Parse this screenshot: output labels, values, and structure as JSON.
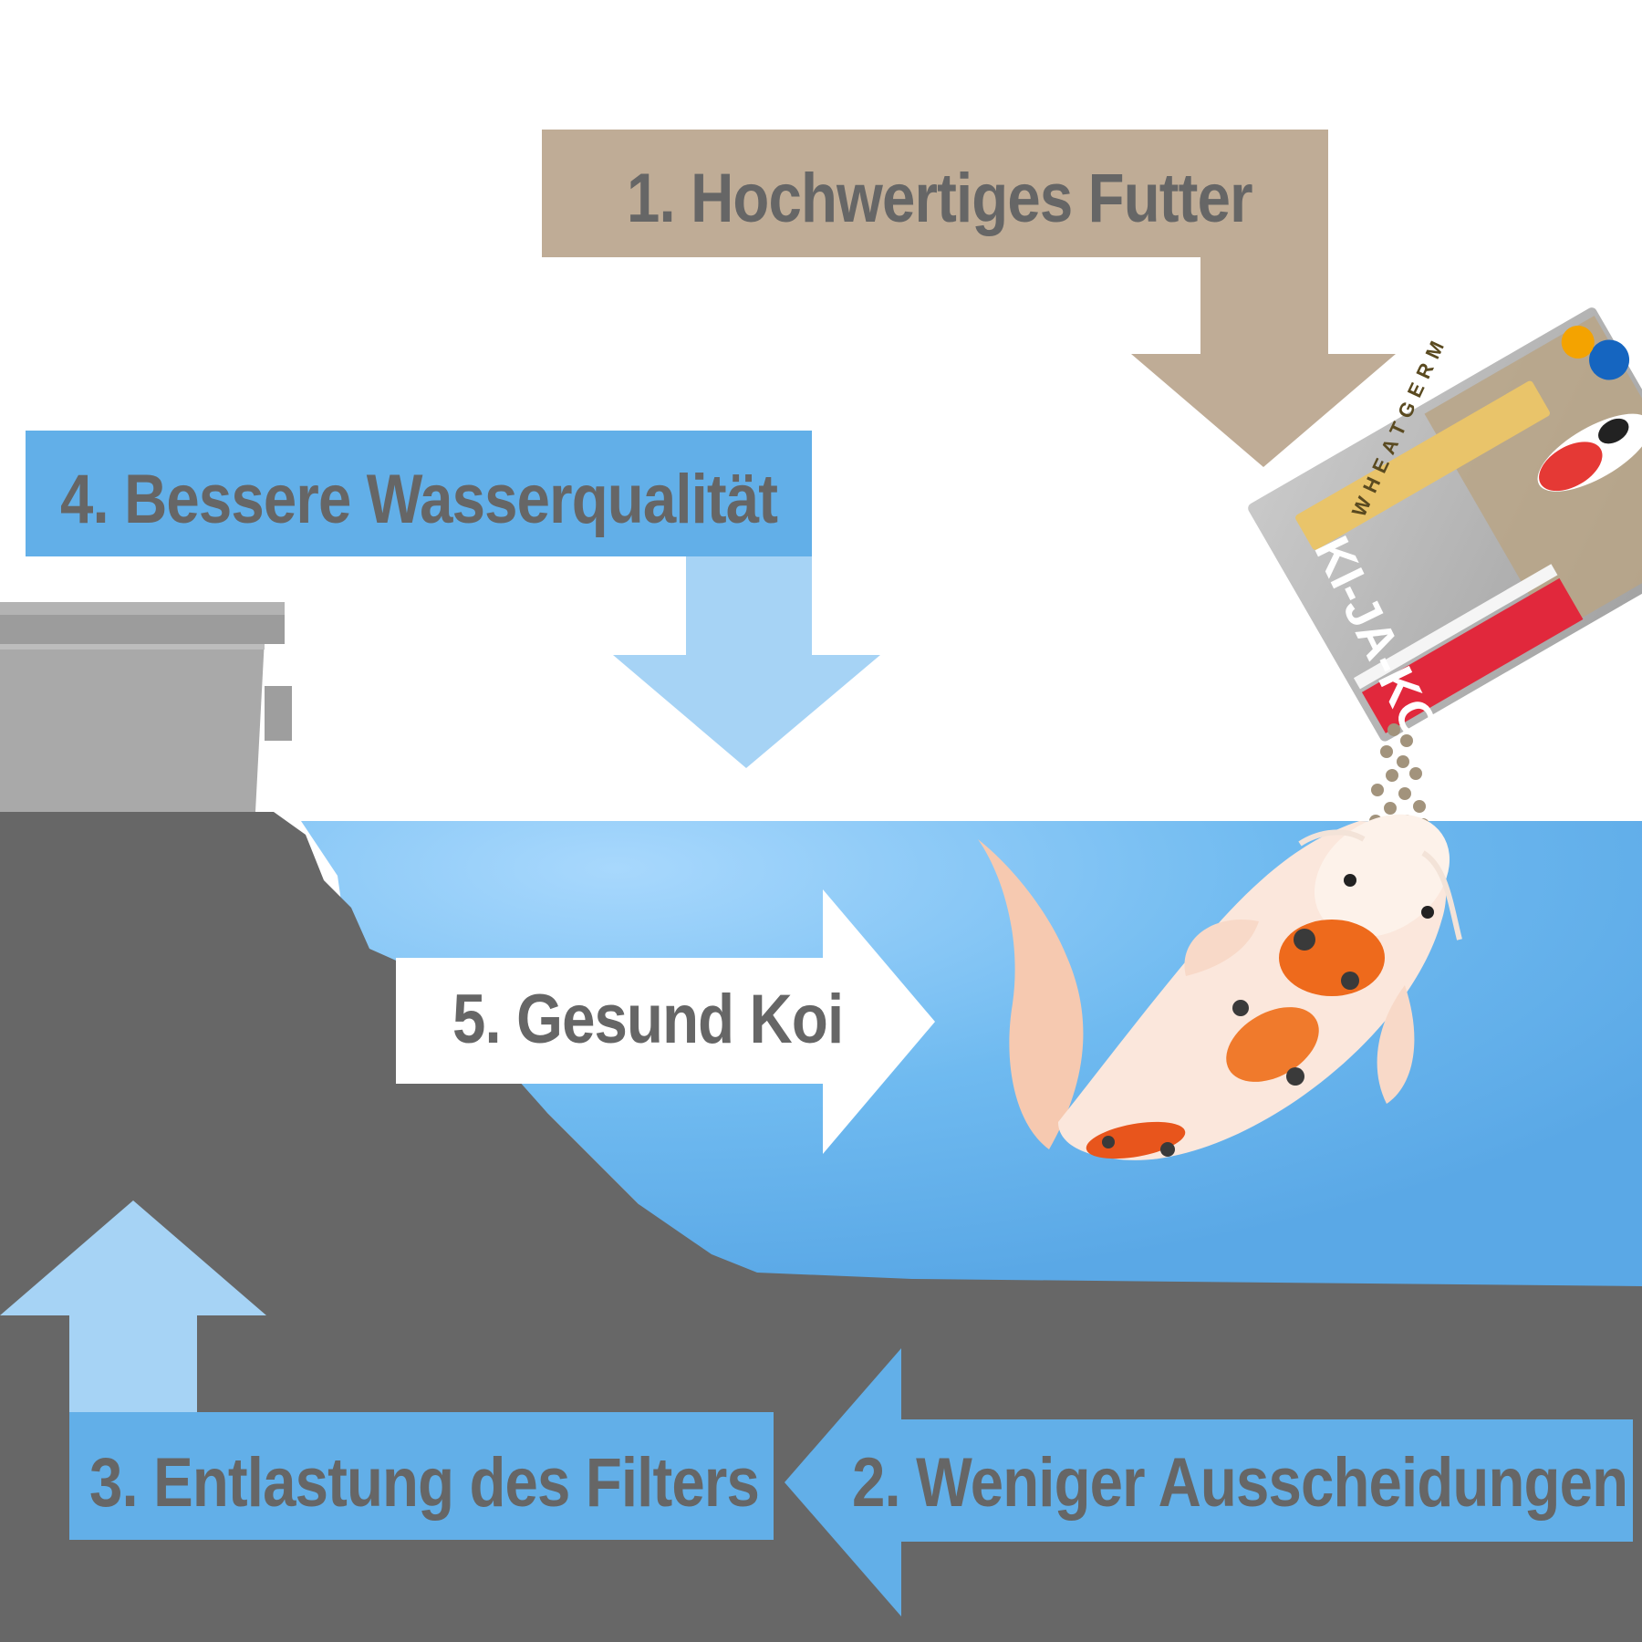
{
  "steps": {
    "step1": "1. Hochwertiges Futter",
    "step2": "2. Weniger Ausscheidungen",
    "step3": "3. Entlastung des Filters",
    "step4": "4. Bessere Wasserqualität",
    "step5": "5. Gesund Koi"
  },
  "package": {
    "brand": "KI-JA-KO",
    "variant": "WHEATGERM"
  },
  "colors": {
    "tan_arrow": "#bfac96",
    "blue_arrow": "#62afe8",
    "light_blue_arrow": "#a6d3f5",
    "ground": "#676767",
    "water": "#6cb9ef",
    "filter_box": "#a9a9a9",
    "text": "#666666"
  },
  "icons": {
    "filter": "filter-box-icon",
    "food": "koi-food-package-icon",
    "fish": "koi-fish-icon",
    "pellets": "food-pellets-icon"
  }
}
